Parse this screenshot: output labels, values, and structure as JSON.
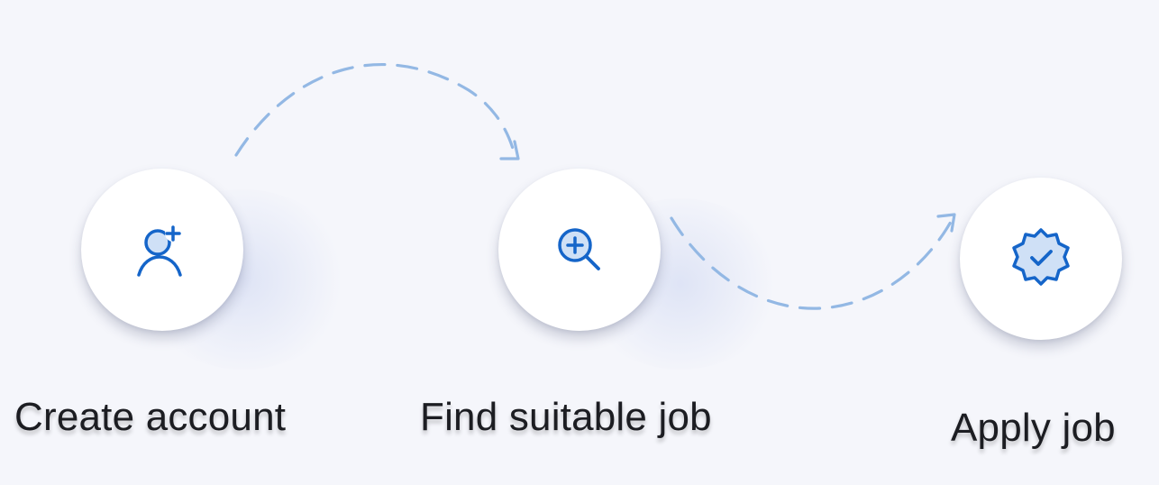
{
  "steps": [
    {
      "label": "Create account",
      "icon": "user-plus-icon"
    },
    {
      "label": "Find suitable job",
      "icon": "search-plus-icon"
    },
    {
      "label": "Apply job",
      "icon": "verified-badge-icon"
    }
  ],
  "colors": {
    "background": "#f5f6fb",
    "accent": "#1565c9",
    "accent_fill": "#cfe0f6",
    "connector": "#93b8e4",
    "label": "#1c1d22"
  }
}
